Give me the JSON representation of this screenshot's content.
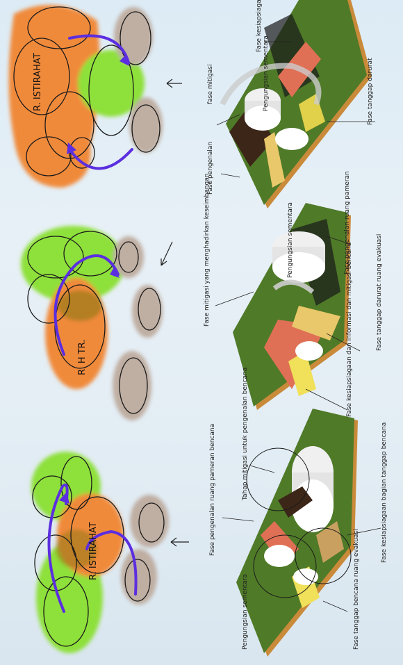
{
  "colors": {
    "paper": "#e3edf4",
    "lime": "#8ee03a",
    "orange": "#f08a3a",
    "tan": "#bfaea2",
    "arrow": "#5b2ee0",
    "grass": "#4f7a28",
    "plank": "#c98a3a"
  },
  "bubbles": {
    "top": "R. ISTIRAHAT",
    "middle": "R. H TR.",
    "bottom": "R. ISTIRAHAT"
  },
  "notes": {
    "b3_fase_pengenalan": "Fase pengenalan",
    "b3_fase_mitigasi": "fase mitigasi",
    "b3_fase_kesiapsiagaan": "Fase kesiapsiagaan",
    "b3_fase_tanggap": "Fase tanggap darurat",
    "b3_pengungsian_sementara": "Pengungsian sementara",
    "b2_fase_mitigasi": "Fase mitigasi yang menghadirkan keseimbangan",
    "b2_pengungsian_sementara": "Pengungsian sementara",
    "b2_fase_pengenalan": "Fase pengenalan ruang pameran",
    "b2_fase_kesiapsiagaan": "Fase kesiapsiagaan dan informasi dan mitigasi bencana",
    "b2_fase_tanggap": "Fase tanggap darurat ruang evakuasi",
    "b1_fase_pengenalan": "Fase pengenalan ruang pameran bencana",
    "b1_tahap_mitigasi": "Tahap mitigasi untuk pengenalan bencana",
    "b1_fase_kesiapsiagaan": "Fase kesiapsiagaan bagian tanggap bencana",
    "b1_fase_tanggap": "Fase tanggap bencana ruang evakuasi",
    "b1_pengungsian_sementara": "Pengungsian sementara"
  }
}
